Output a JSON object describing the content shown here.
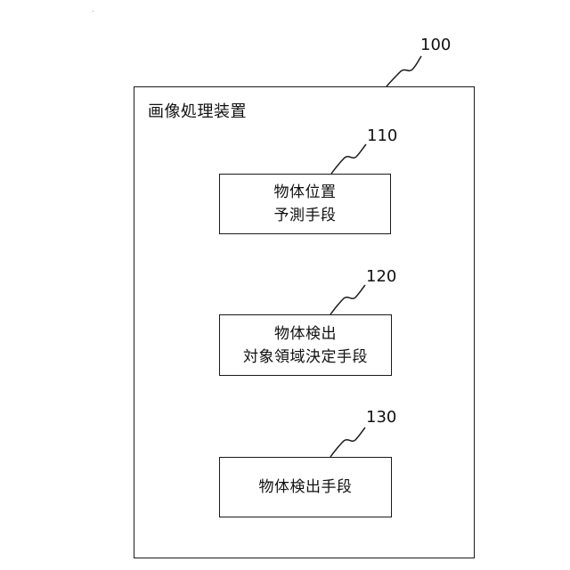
{
  "device": {
    "ref_number": "100",
    "title": "画像処理装置"
  },
  "units": [
    {
      "ref_number": "110",
      "lines": [
        "物体位置",
        "予測手段"
      ]
    },
    {
      "ref_number": "120",
      "lines": [
        "物体検出",
        "対象領域決定手段"
      ]
    },
    {
      "ref_number": "130",
      "lines": [
        "物体検出手段"
      ]
    }
  ]
}
